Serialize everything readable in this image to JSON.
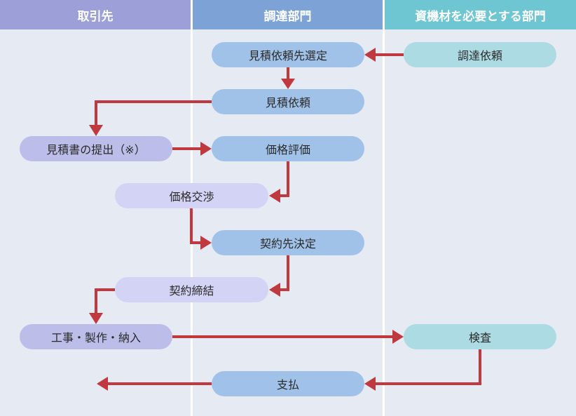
{
  "lanes": {
    "vendor": "取引先",
    "procurement": "調達部門",
    "requester": "資機材を必要とする部門"
  },
  "nodes": {
    "select_vendor": "見積依頼先選定",
    "request_procurement": "調達依頼",
    "quote_request": "見積依頼",
    "submit_quote": "見積書の提出（※）",
    "price_eval": "価格評価",
    "price_negotiation": "価格交渉",
    "contractor_decision": "契約先決定",
    "contract_signing": "契約締結",
    "construction_delivery": "工事・製作・納入",
    "inspection": "検査",
    "payment": "支払"
  },
  "colors": {
    "vendor_header": "#9c9fd8",
    "procurement_header": "#7da3d6",
    "requester_header": "#6ec6d3",
    "lane_bg": "#e6eaf3",
    "arrow": "#c0393e"
  }
}
